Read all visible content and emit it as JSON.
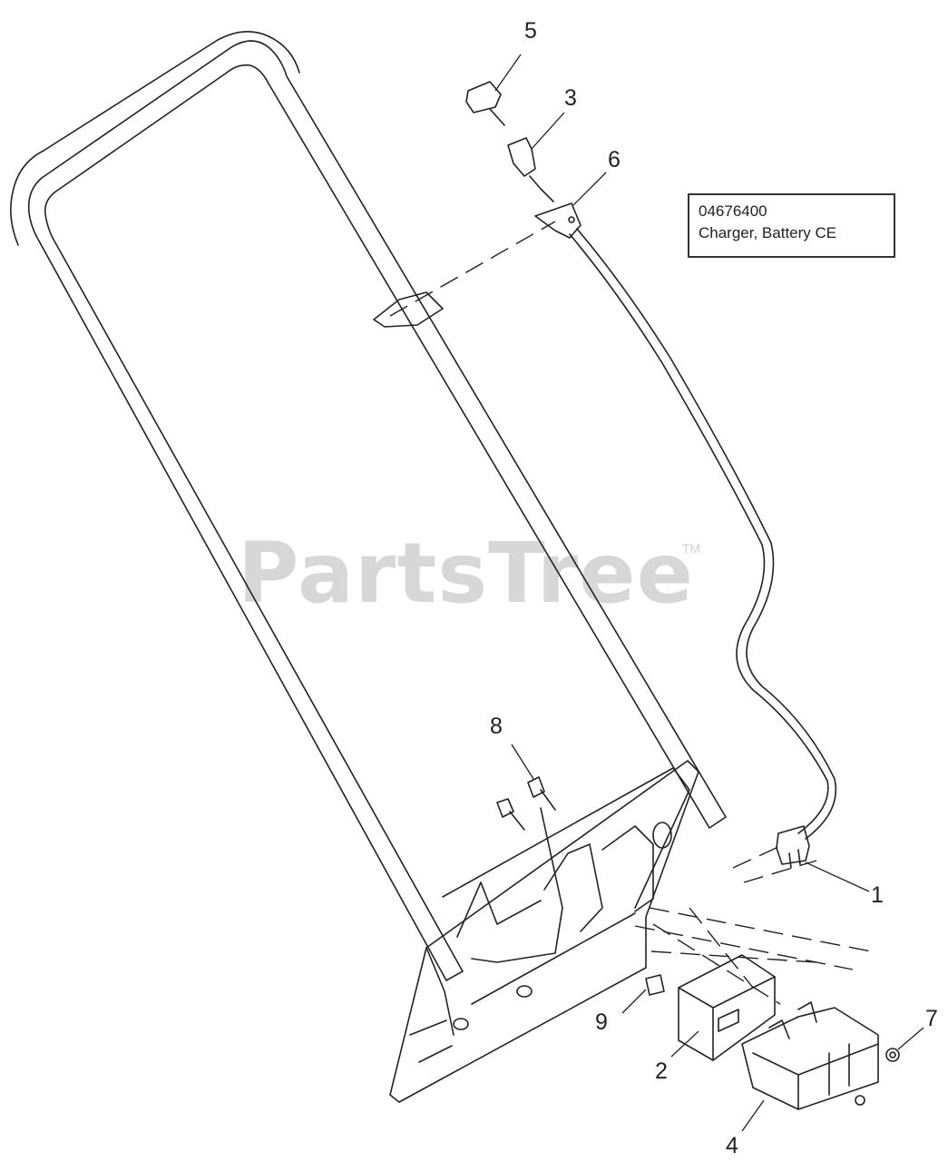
{
  "info_box": {
    "part_number": "04676400",
    "description": "Charger, Battery CE"
  },
  "watermark": {
    "text": "PartsTree",
    "trademark": "TM"
  },
  "callouts": {
    "c1": "1",
    "c2": "2",
    "c3": "3",
    "c4": "4",
    "c5": "5",
    "c6": "6",
    "c7": "7",
    "c8": "8",
    "c9": "9"
  },
  "colors": {
    "line": "#222222",
    "watermark": "#d7d7d7"
  }
}
